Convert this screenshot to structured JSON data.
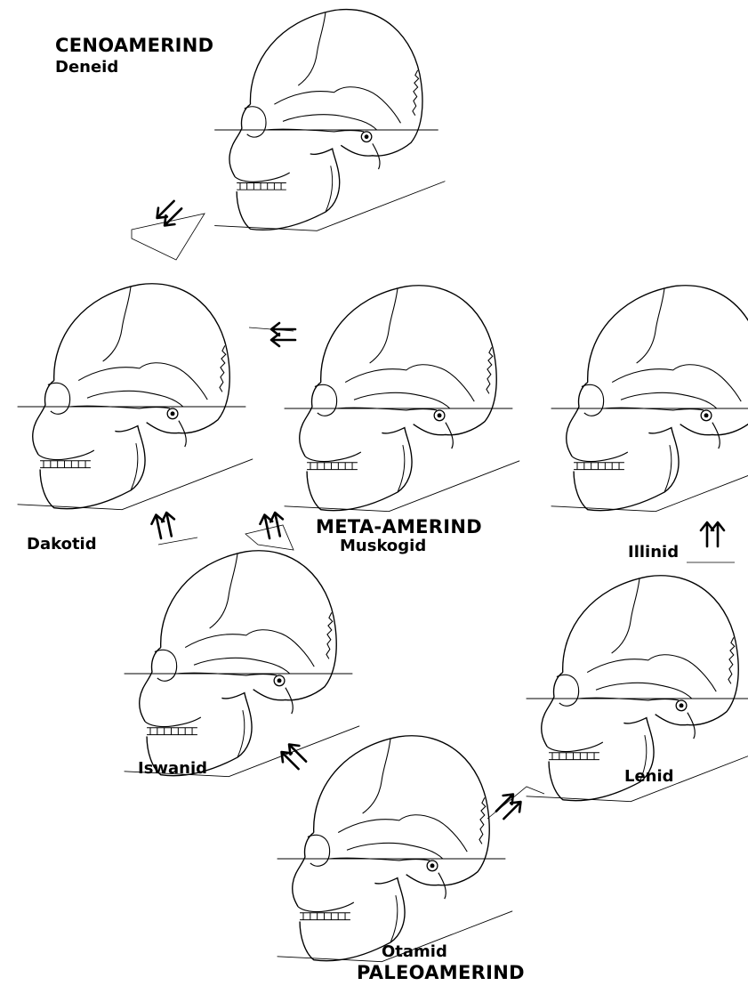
{
  "groups": {
    "cenoamerind": {
      "group": "CENOAMERIND",
      "type": "Deneid"
    },
    "metaamerind": {
      "group": "META-AMERIND",
      "type": "Muskogid"
    },
    "paleoamerind": {
      "group": "PALEOAMERIND",
      "type": "Otamid"
    }
  },
  "types": {
    "dakotid": "Dakotid",
    "illinid": "Illinid",
    "iswanid": "Iswanid",
    "lenid": "Lenid"
  },
  "colors": {
    "ink": "#000000",
    "paper": "#ffffff"
  },
  "arrow_icon": "double-arrow-icon"
}
